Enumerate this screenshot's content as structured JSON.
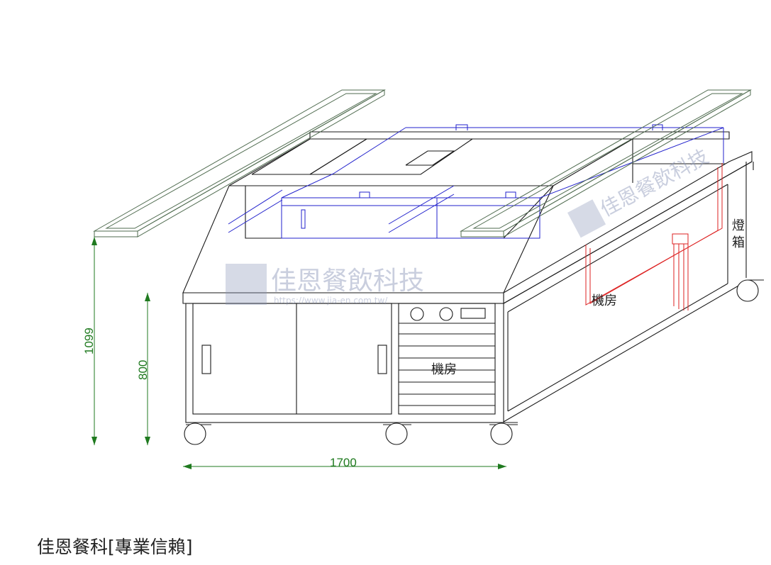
{
  "dimensions": {
    "width_label": "1700",
    "overall_height_label": "1099",
    "counter_height_label": "800"
  },
  "labels": {
    "machine_room_front": "機房",
    "machine_room_side": "機房",
    "light_box": "燈\n箱"
  },
  "watermark": {
    "brand": "佳恩餐飲科技",
    "url": "https://www.jia-en.com.tw/"
  },
  "caption": "佳恩餐科[專業信賴]",
  "colors": {
    "outline": "#1a1a1a",
    "shelf": "#4f6b4f",
    "hidden_frame": "#2222cc",
    "piping": "#dd2222",
    "dimension": "#1f7a1f",
    "watermark": "#8a95b8"
  }
}
